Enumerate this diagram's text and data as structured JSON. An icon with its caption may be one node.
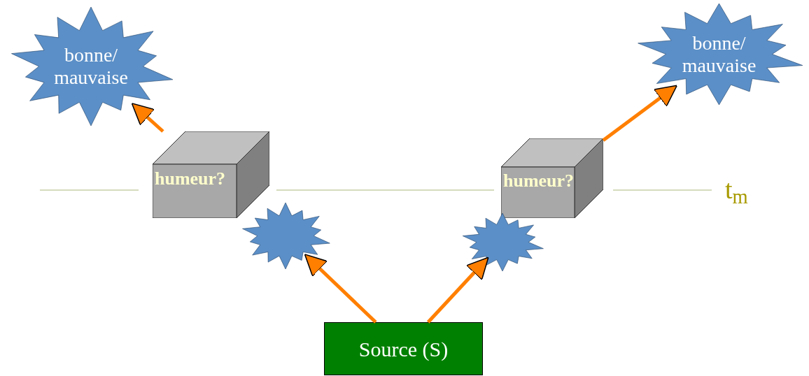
{
  "diagram": {
    "nodes": [
      {
        "text": [
          "bonne/ mauvaise"
        ]
      },
      {
        "text": [
          "bonne/ mauvaise"
        ]
      },
      {
        "text": [
          "humeur?"
        ]
      },
      {
        "text": [
          "humeur?"
        ]
      },
      {
        "text": [],
        "shape": "star"
      },
      {
        "text": [],
        "shape": "star"
      },
      {
        "text": [
          "Source (S)"
        ]
      }
    ],
    "edges": [
      {
        "from": 2,
        "to": 0,
        "arrow": "to"
      },
      {
        "from": 3,
        "to": 1,
        "arrow": "to"
      },
      {
        "from": 6,
        "to": 4,
        "arrow": "to"
      },
      {
        "from": 6,
        "to": 5,
        "arrow": "to"
      }
    ],
    "labels": [
      "t$_{m}$"
    ]
  }
}
